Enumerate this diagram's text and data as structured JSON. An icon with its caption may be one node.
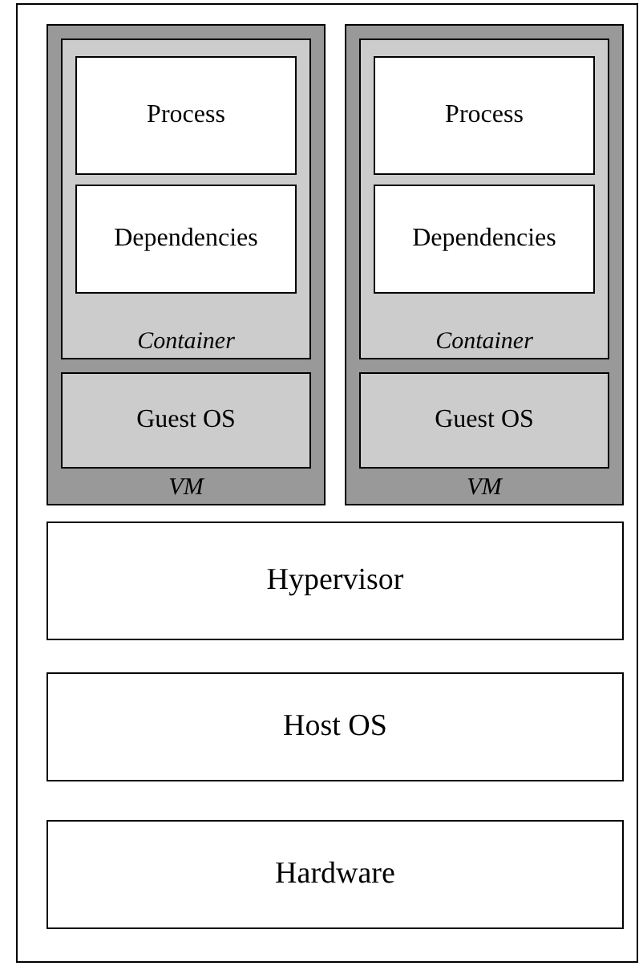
{
  "diagram": {
    "nodes": [
      {
        "text": [],
        "shape": "box"
      },
      {
        "text": [
          "VM"
        ],
        "in": 0
      },
      {
        "text": [
          "Container"
        ],
        "in": 1
      },
      {
        "text": [
          "Process"
        ],
        "in": 2
      },
      {
        "text": [
          "Dependencies"
        ],
        "in": 2
      },
      {
        "text": [
          "Guest OS"
        ],
        "in": 1
      },
      {
        "text": [
          "VM"
        ],
        "in": 0
      },
      {
        "text": [
          "Container"
        ],
        "in": 6
      },
      {
        "text": [
          "Process"
        ],
        "in": 7
      },
      {
        "text": [
          "Dependencies"
        ],
        "in": 7
      },
      {
        "text": [
          "Guest OS"
        ],
        "in": 6
      },
      {
        "text": [
          "Hypervisor"
        ],
        "in": 0
      },
      {
        "text": [
          "Host OS"
        ],
        "in": 0
      },
      {
        "text": [
          "Hardware"
        ],
        "in": 0
      }
    ]
  }
}
